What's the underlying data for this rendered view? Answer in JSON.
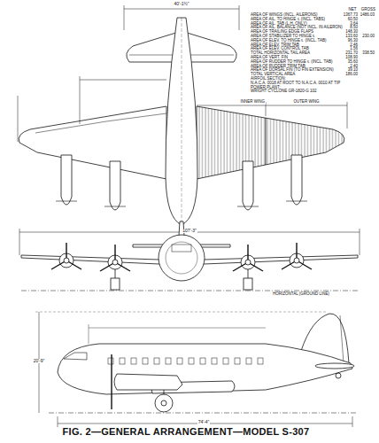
{
  "diagram": {
    "caption": "FIG. 2—GENERAL ARRANGEMENT—MODEL S-307",
    "labels": [
      "NET",
      "GROSS",
      "AREA OF WINGS (INCL. AILERONS)",
      "1367.73",
      "1486.03",
      "AREA OF AIL. TO HINGE ℄ (INCL. TABS)",
      "60.50",
      "AREA OF AIL. TAB (L.H. ONLY)",
      "3.64",
      "AREA OF AIL. BALANCE (NOT INCL. IN AILERON)",
      "8.50",
      "AREA OF TRAILING EDGE FLAPS",
      "148.30",
      "AREA OF STABILIZER TO HINGE ℄",
      "133.60",
      "230.00",
      "AREA OF ELEV. TO HINGE ℄ (INCL. TAB)",
      "96.30",
      "AREA OF ELEV. TRIM TAB",
      "2.46",
      "AREA OF ELEV. CONTROL TAB",
      "1.56",
      "TOTAL HORIZONTAL TAIL AREA",
      "231.70",
      "338.50",
      "AREA OF VERT. FIN",
      "108.90",
      "AREA OF RUDDER TO HINGE ℄ (INCL. TAB)",
      "35.60",
      "AREA OF RUDDER TRIM TAB",
      "2.40",
      "AREA OF DORSAL FIN (TO FIN EXTENSION)",
      "39.10",
      "TOTAL VERTICAL AREA",
      "186.00",
      "AIRFOIL SECTION:",
      "N.A.C.A. 0018 AT ROOT TO N.A.C.A. 0010 AT TIP",
      "POWER PLANT:",
      "WRIGHT CYCLONE GR-1820-G 102",
      "40'-1½\"",
      "INNER WING",
      "OUTER WING",
      "107'-3\"",
      "HORIZONTAL (GROUND LINE)",
      "74'-4\"",
      "20'-9\""
    ]
  }
}
